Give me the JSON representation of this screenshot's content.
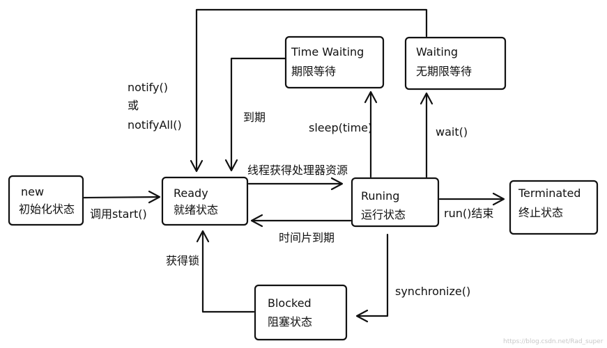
{
  "states": {
    "new": {
      "title": "new",
      "subtitle": "初始化状态"
    },
    "ready": {
      "title": "Ready",
      "subtitle": "就绪状态"
    },
    "running": {
      "title": "Runing",
      "subtitle": "运行状态"
    },
    "terminated": {
      "title": "Terminated",
      "subtitle": "终止状态"
    },
    "time_waiting": {
      "title": "Time Waiting",
      "subtitle": "期限等待"
    },
    "waiting": {
      "title": "Waiting",
      "subtitle": "无期限等待"
    },
    "blocked": {
      "title": "Blocked",
      "subtitle": "阻塞状态"
    }
  },
  "transitions": {
    "new_to_ready": "调用start()",
    "ready_to_running": "线程获得处理器资源",
    "running_to_ready": "时间片到期",
    "running_to_terminated": "run()结束",
    "running_to_time_waiting": "sleep(time)",
    "running_to_waiting": "wait()",
    "time_waiting_to_ready": "到期",
    "waiting_to_ready": {
      "line1": "notify()",
      "line2": "或",
      "line3": "notifyAll()"
    },
    "running_to_blocked": "synchronize()",
    "blocked_to_ready": "获得锁"
  },
  "watermark": "https://blog.csdn.net/Rad_super"
}
